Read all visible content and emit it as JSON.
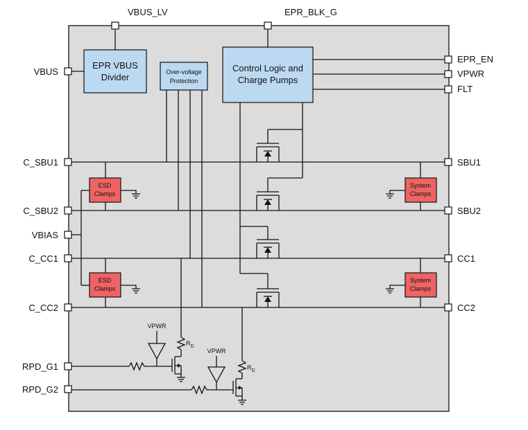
{
  "pins_top": {
    "vbus_lv": "VBUS_LV",
    "epr_blk_g": "EPR_BLK_G"
  },
  "pins_left": {
    "vbus": "VBUS",
    "c_sbu1": "C_SBU1",
    "c_sbu2": "C_SBU2",
    "vbias": "VBIAS",
    "c_cc1": "C_CC1",
    "c_cc2": "C_CC2",
    "rpd_g1": "RPD_G1",
    "rpd_g2": "RPD_G2"
  },
  "pins_right": {
    "epr_en": "EPR_EN",
    "vpwr": "VPWR",
    "flt": "FLT",
    "sbu1": "SBU1",
    "sbu2": "SBU2",
    "cc1": "CC1",
    "cc2": "CC2"
  },
  "blocks": {
    "divider_line1": "EPR VBUS",
    "divider_line2": "Divider",
    "ovp_line1": "Over-voltage",
    "ovp_line2": "Protection",
    "control_line1": "Control Logic and",
    "control_line2": "Charge Pumps",
    "esd_line1": "ESD",
    "esd_line2": "Clamps",
    "sys_line1": "System",
    "sys_line2": "Clamps"
  },
  "pulldown": {
    "vpwr_label": "VPWR",
    "rd_main": "R",
    "rd_sub": "D"
  },
  "colors": {
    "package": "#dcdcdc",
    "logic_block": "#bcd9f2",
    "clamp_block": "#ee6464"
  }
}
